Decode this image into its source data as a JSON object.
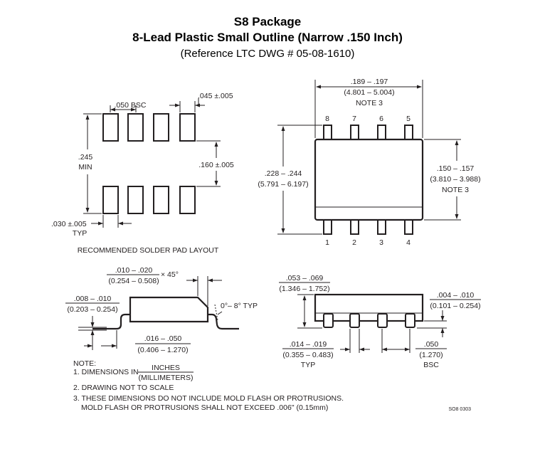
{
  "header": {
    "title": "S8 Package",
    "subtitle": "8-Lead Plastic Small Outline (Narrow .150 Inch)",
    "reference": "(Reference LTC DWG # 05-08-1610)"
  },
  "pad_layout": {
    "pitch_label": ".050 BSC",
    "pad_width_label": ".045 ±.005",
    "min_span_value": ".245",
    "min_span_unit": "MIN",
    "gap_label": ".160 ±.005",
    "typ_width_value": ".030 ±.005",
    "typ_width_unit": "TYP",
    "caption": "RECOMMENDED SOLDER PAD LAYOUT"
  },
  "top_view": {
    "length_inches": ".189 – .197",
    "length_mm": "(4.801 – 5.004)",
    "length_note": "NOTE 3",
    "pin_numbers_top": [
      "8",
      "7",
      "6",
      "5"
    ],
    "pin_numbers_bottom": [
      "1",
      "2",
      "3",
      "4"
    ],
    "total_width_inches": ".228 – .244",
    "total_width_mm": "(5.791 – 6.197)",
    "body_width_inches": ".150 – .157",
    "body_width_mm": "(3.810 – 3.988)",
    "body_width_note": "NOTE 3"
  },
  "side_view": {
    "chamfer_inches": ".010 – .020",
    "chamfer_mm": "(0.254 – 0.508)",
    "chamfer_angle": "× 45°",
    "lead_thickness_inches": ".008 – .010",
    "lead_thickness_mm": "(0.203 – 0.254)",
    "lead_angle": "0°– 8° TYP",
    "foot_length_inches": ".016 – .050",
    "foot_length_mm": "(0.406 – 1.270)"
  },
  "front_view": {
    "height_inches": ".053 – .069",
    "height_mm": "(1.346 – 1.752)",
    "standoff_inches": ".004 – .010",
    "standoff_mm": "(0.101 – 0.254)",
    "lead_width_inches": ".014 – .019",
    "lead_width_mm": "(0.355 – 0.483)",
    "lead_width_unit": "TYP",
    "pitch_inches": ".050",
    "pitch_mm": "(1.270)",
    "pitch_unit": "BSC"
  },
  "notes": {
    "heading": "NOTE:",
    "note1_prefix": "1. DIMENSIONS IN",
    "note1_numerator": "INCHES",
    "note1_denominator": "(MILLIMETERS)",
    "note2": "2. DRAWING NOT TO SCALE",
    "note3_line1": "3. THESE DIMENSIONS DO NOT INCLUDE MOLD FLASH OR PROTRUSIONS.",
    "note3_line2": "MOLD FLASH OR PROTRUSIONS SHALL NOT EXCEED .006\" (0.15mm)"
  },
  "drawing_code": "SO8 0303"
}
